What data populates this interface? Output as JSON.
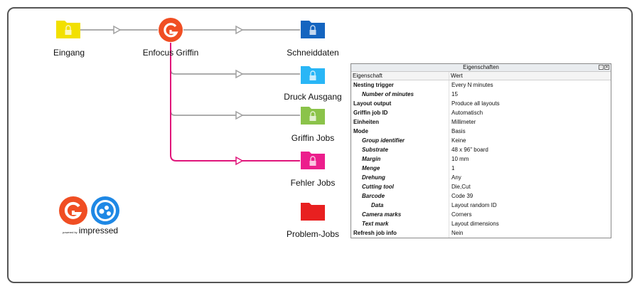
{
  "nodes": {
    "eingang": {
      "label": "Eingang",
      "color": "#f2e000",
      "icon": "folder-lock-icon"
    },
    "griffin": {
      "label": "Enfocus Griffin",
      "color": "#f04e23",
      "icon": "enfocus-logo-icon"
    },
    "schneiddaten": {
      "label": "Schneiddaten",
      "color": "#1565c0",
      "icon": "folder-lock-icon"
    },
    "druck": {
      "label": "Druck Ausgang",
      "color": "#29b6f6",
      "icon": "folder-lock-icon"
    },
    "griffin_jobs": {
      "label": "Griffin Jobs",
      "color": "#8bc34a",
      "icon": "folder-lock-icon"
    },
    "fehler": {
      "label": "Fehler Jobs",
      "color": "#ec1e8c",
      "icon": "folder-lock-icon"
    },
    "problem": {
      "label": "Problem-Jobs",
      "color": "#e82020",
      "icon": "folder-icon"
    }
  },
  "connector_colors": {
    "normal": "#a0a0a0",
    "error": "#e0157a"
  },
  "branding": {
    "powered_by": "powered by",
    "brand": "impressed"
  },
  "panel": {
    "title": "Eigenschaften",
    "col_property": "Eigenschaft",
    "col_value": "Wert",
    "rows": [
      {
        "name": "Nesting trigger",
        "value": "Every N minutes",
        "level": 0
      },
      {
        "name": "Number of minutes",
        "value": "15",
        "level": 1
      },
      {
        "name": "Layout output",
        "value": "Produce all layouts",
        "level": 0
      },
      {
        "name": "Griffin job ID",
        "value": "Automatisch",
        "level": 0
      },
      {
        "name": "Einheiten",
        "value": "Millimeter",
        "level": 0
      },
      {
        "name": "Mode",
        "value": "Basis",
        "level": 0
      },
      {
        "name": "Group identifier",
        "value": "Keine",
        "level": 1
      },
      {
        "name": "Substrate",
        "value": "48 x 96\" board",
        "level": 1
      },
      {
        "name": "Margin",
        "value": "10 mm",
        "level": 1
      },
      {
        "name": "Menge",
        "value": "1",
        "level": 1
      },
      {
        "name": "Drehung",
        "value": "Any",
        "level": 1
      },
      {
        "name": "Cutting tool",
        "value": "Die,Cut",
        "level": 1
      },
      {
        "name": "Barcode",
        "value": "Code 39",
        "level": 1
      },
      {
        "name": "Data",
        "value": "Layout random ID",
        "level": 2
      },
      {
        "name": "Camera marks",
        "value": "Corners",
        "level": 1
      },
      {
        "name": "Text mark",
        "value": "Layout dimensions",
        "level": 1
      },
      {
        "name": "Refresh job info",
        "value": "Nein",
        "level": 0
      }
    ]
  }
}
